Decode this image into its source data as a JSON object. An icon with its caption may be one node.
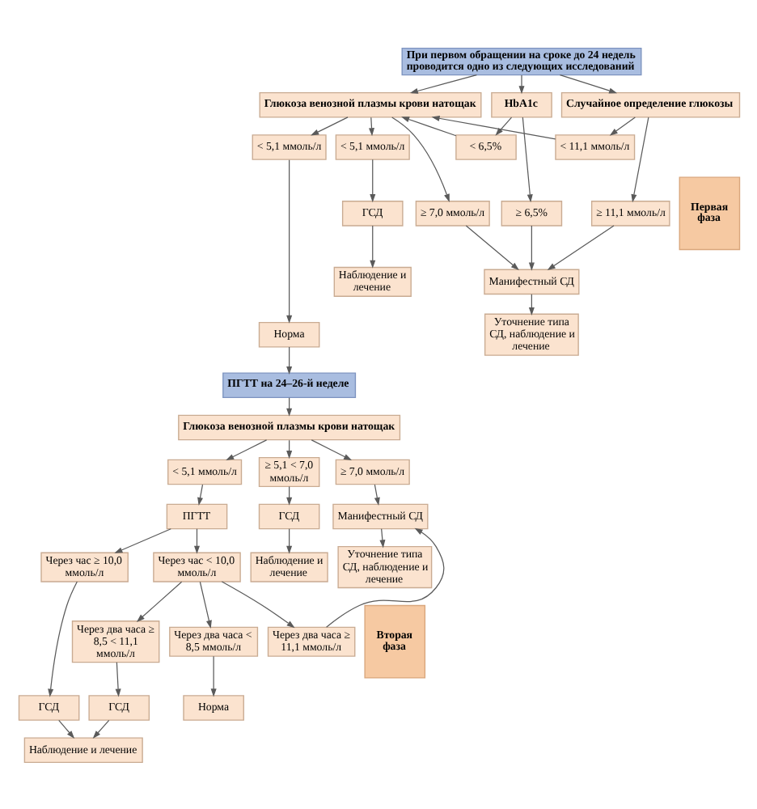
{
  "diagram": {
    "nodes": [
      {
        "text": [
          "При первом обращении на сроке до 24 недель проводится одно из следующих исследований"
        ]
      },
      {
        "text": [
          "Глюкоза венозной плазмы крови натощак"
        ]
      },
      {
        "text": [
          "HbA1c"
        ]
      },
      {
        "text": [
          "Случайное определение глюкозы"
        ]
      },
      {
        "text": [
          "< 5,1 ммоль/л"
        ]
      },
      {
        "text": [
          "< 5,1 ммоль/л"
        ]
      },
      {
        "text": [
          "< 6,5%"
        ]
      },
      {
        "text": [
          "≥ 6,5%"
        ]
      },
      {
        "text": [
          "< 11,1 ммоль/л"
        ]
      },
      {
        "text": [
          "≥ 11,1 ммоль/л"
        ]
      },
      {
        "text": [
          "≥ 7,0 ммоль/л"
        ]
      },
      {
        "text": [
          "Манифестный СД"
        ]
      },
      {
        "text": [
          "ГСД"
        ]
      },
      {
        "text": [
          "Норма"
        ]
      },
      {
        "text": [
          "Наблюдение и лечение"
        ]
      },
      {
        "text": [
          "Уточнение типа СД, наблюдение и лечение"
        ]
      },
      {
        "text": [
          "ПГТТ на 24–26-й неделе"
        ]
      },
      {
        "text": [
          "Глюкоза венозной плазмы крови натощак"
        ]
      },
      {
        "text": [
          "< 5,1 ммоль/л"
        ]
      },
      {
        "text": [
          "≥ 5,1 < 7,0 ммоль/л"
        ]
      },
      {
        "text": [
          "≥ 7,0 ммоль/л"
        ]
      },
      {
        "text": [
          "ПГТТ"
        ]
      },
      {
        "text": [
          "ГСД"
        ]
      },
      {
        "text": [
          "Манифестный СД"
        ]
      },
      {
        "text": [
          "Через час ≥ 10,0 ммоль/л"
        ]
      },
      {
        "text": [
          "Через час < 10,0 ммоль/л"
        ]
      },
      {
        "text": [
          "Наблюдение и лечение"
        ]
      },
      {
        "text": [
          "ГСД"
        ]
      },
      {
        "text": [
          "Через два часа ≥ 8,5 < 11,1 ммоль/л"
        ]
      },
      {
        "text": [
          "Через два часа < 8,5 ммоль/л"
        ]
      },
      {
        "text": [
          "Через два часа ≥ 11,1 ммоль/л"
        ]
      },
      {
        "text": [
          "Уточнение типа СД, наблюдение и лечение"
        ]
      },
      {
        "text": [
          "ГСД"
        ]
      },
      {
        "text": [
          "Наблюдение и лечение"
        ]
      },
      {
        "text": [
          "Норма"
        ]
      },
      {
        "text": [
          "Первая фаза"
        ]
      },
      {
        "text": [
          "Вторая фаза"
        ]
      }
    ],
    "edges": [
      {
        "from": 0,
        "to": 1,
        "arrow": "to"
      },
      {
        "from": 0,
        "to": 2,
        "arrow": "to"
      },
      {
        "from": 0,
        "to": 3,
        "arrow": "to"
      },
      {
        "from": 1,
        "to": 4,
        "arrow": "to"
      },
      {
        "from": 1,
        "to": 5,
        "arrow": "to"
      },
      {
        "from": 1,
        "to": 10,
        "arrow": "to"
      },
      {
        "from": 2,
        "to": 6,
        "arrow": "to"
      },
      {
        "from": 2,
        "to": 7,
        "arrow": "to"
      },
      {
        "from": 3,
        "to": 8,
        "arrow": "to"
      },
      {
        "from": 3,
        "to": 9,
        "arrow": "to"
      },
      {
        "from": 6,
        "to": 1,
        "arrow": "to"
      },
      {
        "from": 8,
        "to": 1,
        "arrow": "to"
      },
      {
        "from": 7,
        "to": 11,
        "arrow": "to"
      },
      {
        "from": 10,
        "to": 11,
        "arrow": "to"
      },
      {
        "from": 9,
        "to": 11,
        "arrow": "to"
      },
      {
        "from": 4,
        "to": 13,
        "arrow": "to"
      },
      {
        "from": 5,
        "to": 12,
        "arrow": "to"
      },
      {
        "from": 12,
        "to": 14,
        "arrow": "to"
      },
      {
        "from": 11,
        "to": 15,
        "arrow": "to"
      },
      {
        "from": 13,
        "to": 16,
        "arrow": "to"
      },
      {
        "from": 16,
        "to": 17,
        "arrow": "to"
      },
      {
        "from": 17,
        "to": 18,
        "arrow": "to"
      },
      {
        "from": 17,
        "to": 19,
        "arrow": "to"
      },
      {
        "from": 17,
        "to": 20,
        "arrow": "to"
      },
      {
        "from": 18,
        "to": 21,
        "arrow": "to"
      },
      {
        "from": 19,
        "to": 22,
        "arrow": "to"
      },
      {
        "from": 20,
        "to": 23,
        "arrow": "to"
      },
      {
        "from": 21,
        "to": 24,
        "arrow": "to"
      },
      {
        "from": 21,
        "to": 25,
        "arrow": "to"
      },
      {
        "from": 22,
        "to": 26,
        "arrow": "to"
      },
      {
        "from": 23,
        "to": 31,
        "arrow": "to"
      },
      {
        "from": 24,
        "to": 27,
        "arrow": "to"
      },
      {
        "from": 25,
        "to": 28,
        "arrow": "to"
      },
      {
        "from": 25,
        "to": 29,
        "arrow": "to"
      },
      {
        "from": 25,
        "to": 30,
        "arrow": "to"
      },
      {
        "from": 30,
        "to": 23,
        "arrow": "to"
      },
      {
        "from": 27,
        "to": 33,
        "arrow": "to"
      },
      {
        "from": 28,
        "to": 32,
        "arrow": "to"
      },
      {
        "from": 32,
        "to": 33,
        "arrow": "to"
      },
      {
        "from": 29,
        "to": 34,
        "arrow": "to"
      }
    ]
  }
}
